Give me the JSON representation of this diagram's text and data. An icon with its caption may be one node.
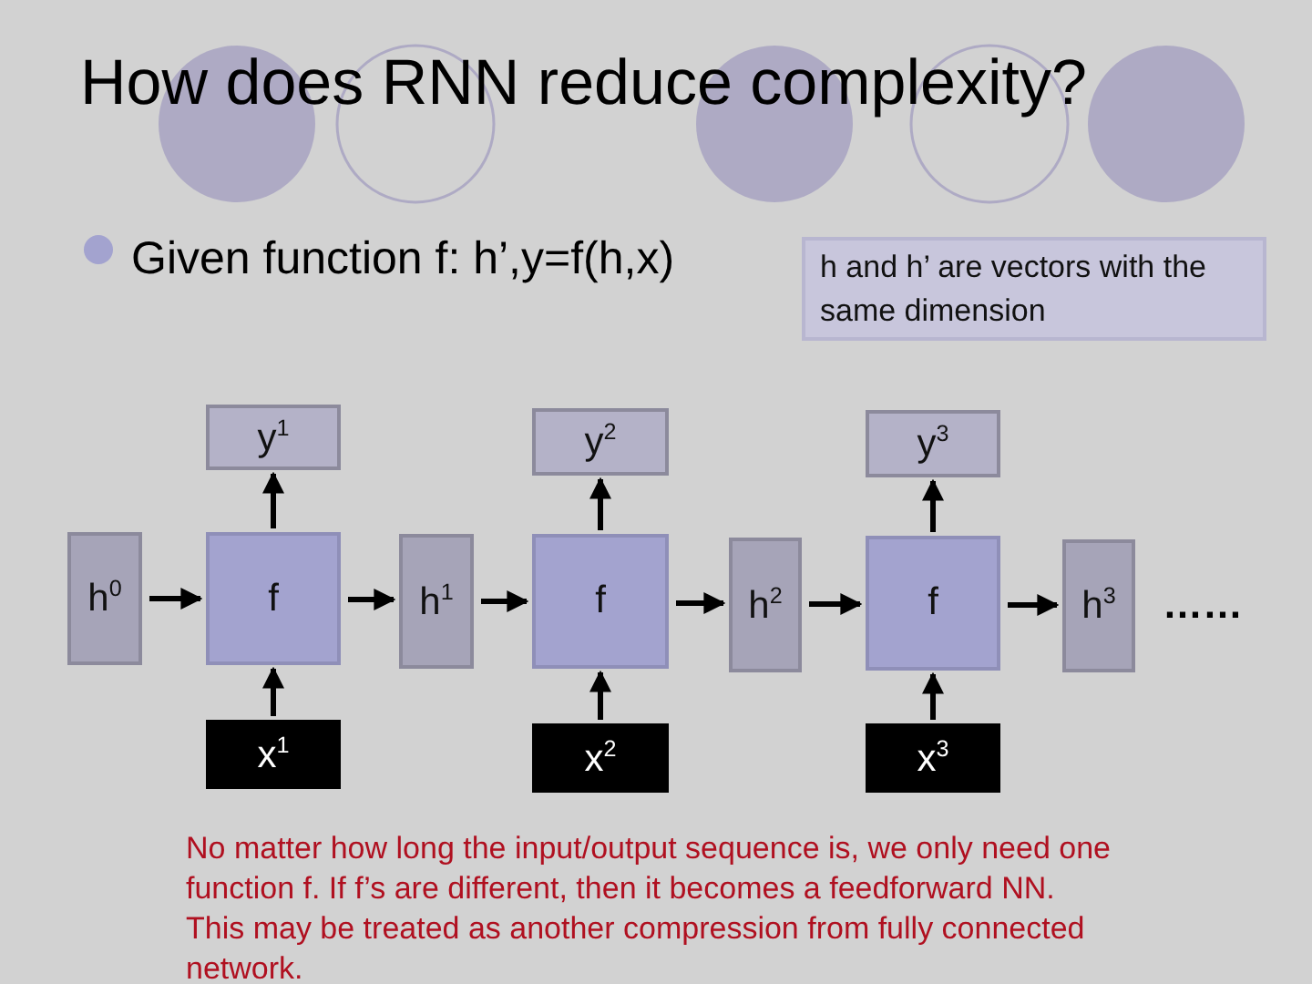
{
  "diagram": {
    "title": "How does RNN reduce complexity?",
    "nodes": [
      {
        "text": [
          "h and h’ are vectors with the same dimension"
        ]
      },
      {
        "text": [
          "h$^{0}$"
        ]
      },
      {
        "text": [
          "f"
        ]
      },
      {
        "text": [
          "y$^{1}$"
        ]
      },
      {
        "text": [
          "x$^{1}$"
        ]
      },
      {
        "text": [
          "h$^{1}$"
        ]
      },
      {
        "text": [
          "f"
        ]
      },
      {
        "text": [
          "y$^{2}$"
        ]
      },
      {
        "text": [
          "x$^{2}$"
        ]
      },
      {
        "text": [
          "h$^{2}$"
        ]
      },
      {
        "text": [
          "f"
        ]
      },
      {
        "text": [
          "y$^{3}$"
        ]
      },
      {
        "text": [
          "x$^{3}$"
        ]
      },
      {
        "text": [
          "h$^{3}$"
        ]
      }
    ],
    "edges": [
      {
        "from": 1,
        "to": 2,
        "arrow": "to"
      },
      {
        "from": 4,
        "to": 2,
        "arrow": "to"
      },
      {
        "from": 2,
        "to": 3,
        "arrow": "to"
      },
      {
        "from": 2,
        "to": 5,
        "arrow": "to"
      },
      {
        "from": 5,
        "to": 6,
        "arrow": "to"
      },
      {
        "from": 8,
        "to": 6,
        "arrow": "to"
      },
      {
        "from": 6,
        "to": 7,
        "arrow": "to"
      },
      {
        "from": 6,
        "to": 9,
        "arrow": "to"
      },
      {
        "from": 9,
        "to": 10,
        "arrow": "to"
      },
      {
        "from": 12,
        "to": 10,
        "arrow": "to"
      },
      {
        "from": 10,
        "to": 11,
        "arrow": "to"
      },
      {
        "from": 10,
        "to": 13,
        "arrow": "to"
      }
    ],
    "labels": [
      "Given function f: h’,y=f(h,x)",
      "……",
      "No matter how long the input/output sequence is, we only need one function f. If f’s are different, then it becomes a feedforward NN. This may be treated as another compression from fully connected network."
    ]
  }
}
